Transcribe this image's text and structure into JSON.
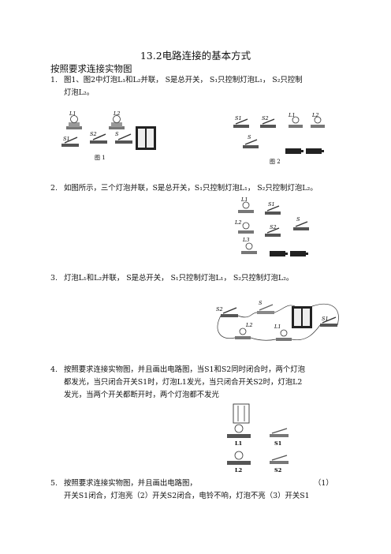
{
  "title": "13.2电路连接的基本方式",
  "subtitle": "按照要求连接实物图",
  "questions": [
    {
      "num": "1.",
      "line1": "图1、图2中灯泡L₁和L₂并联， S是总开关， S₁只控制灯泡L₁， S₂只控制",
      "line2": "灯泡L₂。"
    },
    {
      "num": "2.",
      "line1": "如图所示，三个灯泡并联，S是总开关，S₁只控制灯泡L₁， S₂只控制灯泡L₂。"
    },
    {
      "num": "3.",
      "line1": "灯泡L₁和L₂并联， S是总开关， S₁只控制灯泡L₁， S₂只控制灯泡L₂。"
    },
    {
      "num": "4.",
      "line1": "按照要求连接实物图，并且画出电路图，当S1和S2同时闭合时，两个灯泡",
      "line2": "都发光，当只闭合开关S1时，灯泡L1发光，当只闭合开关S2时，灯泡L2",
      "line3": "发光，当两个开关都断开时，两个灯泡都不发光"
    },
    {
      "num": "5.",
      "line1": "按照要求连接实物图，并且画出电路图，",
      "line1_right": "（1）",
      "line2": "开关S1闭合，灯泡亮（2）开关S2闭合，电铃不响，灯泡不亮（3）开关S1"
    }
  ],
  "fig1": {
    "labels": [
      "L1",
      "L2",
      "S1",
      "S2",
      "S"
    ],
    "caption": "图 1"
  },
  "fig2": {
    "labels": [
      "S1",
      "S2",
      "L1",
      "L2",
      "S"
    ],
    "caption": "图 2"
  },
  "fig_q2": {
    "labels": [
      "L1",
      "S1",
      "S",
      "L2",
      "S2",
      "L3"
    ]
  },
  "fig_q3": {
    "labels": [
      "S2",
      "S",
      "L2",
      "L1",
      "S1"
    ]
  },
  "fig_q4": {
    "labels": [
      "L1",
      "S1",
      "L2",
      "S2"
    ]
  }
}
